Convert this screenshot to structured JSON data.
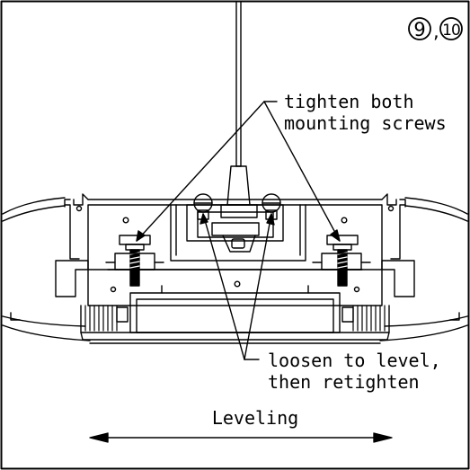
{
  "figure": {
    "step_a": "9",
    "step_sep": ",",
    "step_b": "10",
    "callout_tighten": [
      "tighten both",
      "mounting screws"
    ],
    "callout_loosen": [
      "loosen to level,",
      "then retighten"
    ],
    "leveling_label": "Leveling"
  }
}
